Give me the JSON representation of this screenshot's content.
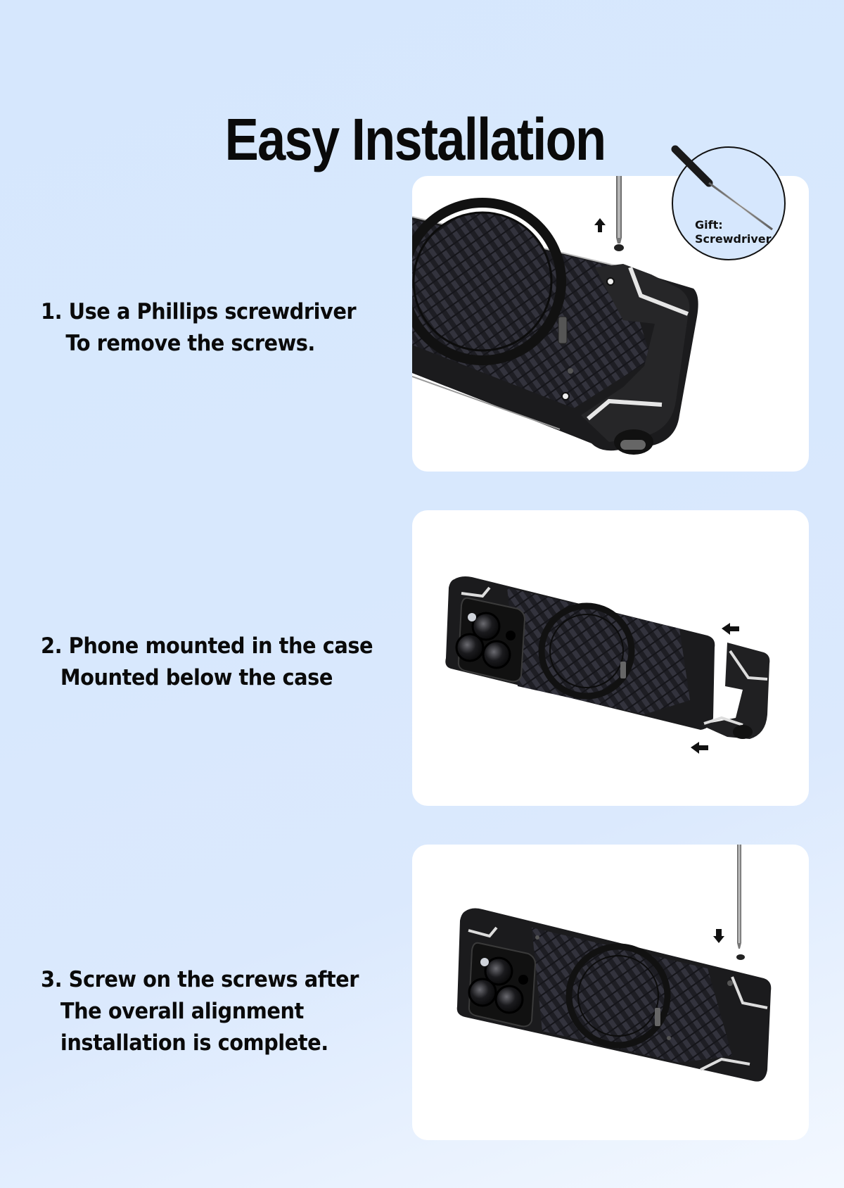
{
  "header": {
    "title": "Easy Installation"
  },
  "colors": {
    "background_top": "#d6e7fd",
    "background_bottom": "#f3f8ff",
    "panel": "#ffffff",
    "text": "#0a0a0a",
    "case_black": "#1b1b1d",
    "carbon_stripe": "#3a3a44",
    "accent_silver": "#d9d9d9"
  },
  "gift_badge": {
    "label_line1": "Gift:",
    "label_line2": "Screwdriver",
    "icon": "screwdriver-icon"
  },
  "steps": [
    {
      "number": "1.",
      "lines": [
        "1. Use a Phillips screwdriver",
        "To remove the screws."
      ],
      "illustration": "case-corner-screw-removal",
      "arrow_direction": "up"
    },
    {
      "number": "2.",
      "lines": [
        "2. Phone mounted in the case",
        "Mounted below the case"
      ],
      "illustration": "phone-in-case-bottom-piece-detached",
      "arrow_direction": "left"
    },
    {
      "number": "3.",
      "lines": [
        "3. Screw on the screws after",
        "The overall alignment",
        "installation is complete."
      ],
      "illustration": "case-assembled-screw-insertion",
      "arrow_direction": "down"
    }
  ]
}
